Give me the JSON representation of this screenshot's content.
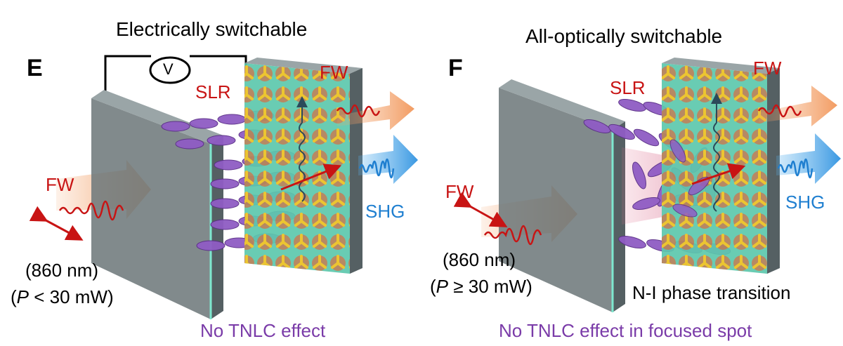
{
  "panel_e": {
    "letter": "E",
    "title": "Electrically switchable",
    "voltmeter_symbol": "V",
    "slr_label": "SLR",
    "fw_out_label": "FW",
    "fw_in_label": "FW",
    "shg_label": "SHG",
    "wavelength": "(860 nm)",
    "power_symbol": "P",
    "power_rest": " < 30 mW)",
    "caption": "No TNLC effect"
  },
  "panel_f": {
    "letter": "F",
    "title": "All-optically switchable",
    "slr_label": "SLR",
    "fw_out_label": "FW",
    "fw_in_label": "FW",
    "shg_label": "SHG",
    "wavelength": "(860 nm)",
    "power_symbol": "P",
    "power_rest": " ≥ 30 mW)",
    "transition": "N-I phase transition",
    "caption": "No TNLC effect in focused spot"
  },
  "colors": {
    "fw_red": "#c81414",
    "shg_blue": "#1f7fd0",
    "lc_purple": "#8f5cc4",
    "caption_purple": "#7a3ba8",
    "substrate_gray": "#6f7a7c",
    "metasurface_teal": "#5cc8ac",
    "nanostructure_yellow": "#f3c52a"
  }
}
